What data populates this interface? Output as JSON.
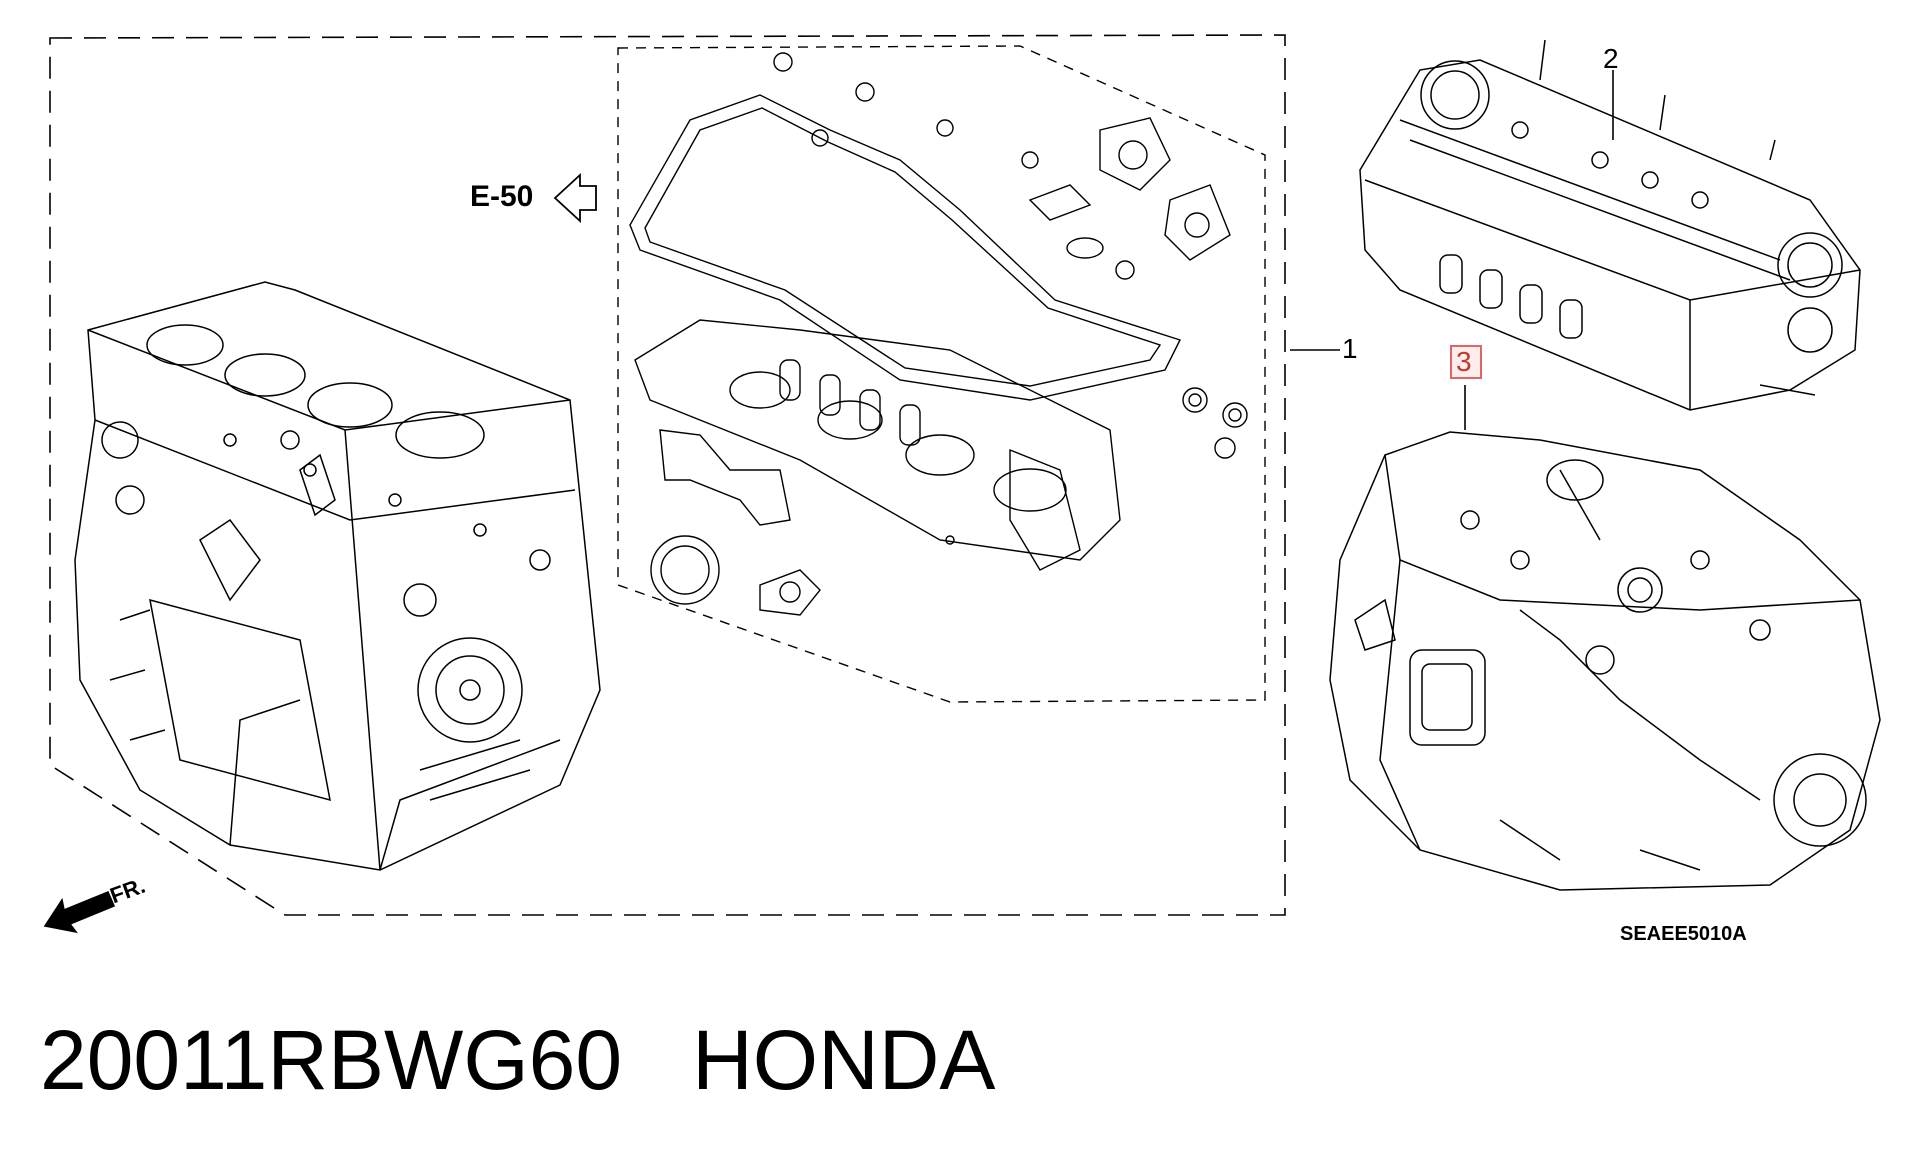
{
  "diagram": {
    "callouts": [
      "1",
      "2",
      "3"
    ],
    "reference_label": "E-50",
    "direction_label": "FR.",
    "figure_code": "SEAEE5010A"
  },
  "footer": {
    "part_number": "20011RBWG60",
    "brand": "HONDA"
  },
  "colors": {
    "line": "#000000",
    "highlight": "#e06666"
  },
  "icons": [
    "engine-block-drawing",
    "gasket-kit-drawing",
    "cylinder-head-drawing",
    "transmission-drawing",
    "arrow-left-outline-icon",
    "front-arrow-icon"
  ]
}
